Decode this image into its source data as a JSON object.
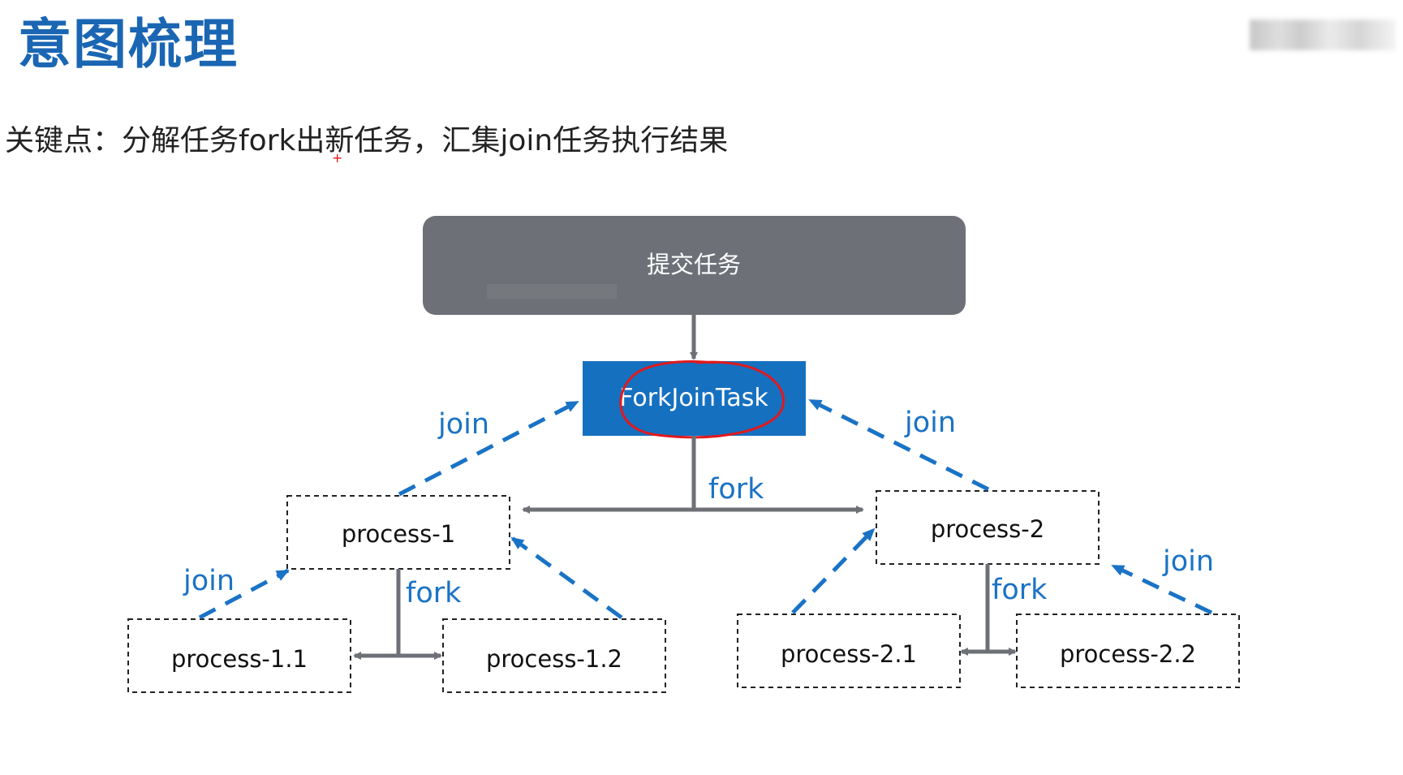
{
  "slide": {
    "title": "意图梳理",
    "subtitle": "关键点：分解任务fork出新任务，汇集join任务执行结果"
  },
  "diagram": {
    "submit_label": "提交任务",
    "root_label": "ForkJoinTask",
    "nodes": {
      "process_1": "process-1",
      "process_2": "process-2",
      "process_1_1": "process-1.1",
      "process_1_2": "process-1.2",
      "process_2_1": "process-2.1",
      "process_2_2": "process-2.2"
    },
    "edge_labels": {
      "fork_root": "fork",
      "fork_p1": "fork",
      "fork_p2": "fork",
      "join_p1_root": "join",
      "join_p2_root": "join",
      "join_p11_p1": "join",
      "join_p22_p2": "join"
    }
  },
  "colors": {
    "title_blue": "#1a66b3",
    "node_blue": "#1670c0",
    "submit_gray": "#6d7177",
    "arrow_gray": "#6d7177",
    "join_blue": "#1a73c5",
    "highlight_red": "#e0191e"
  }
}
